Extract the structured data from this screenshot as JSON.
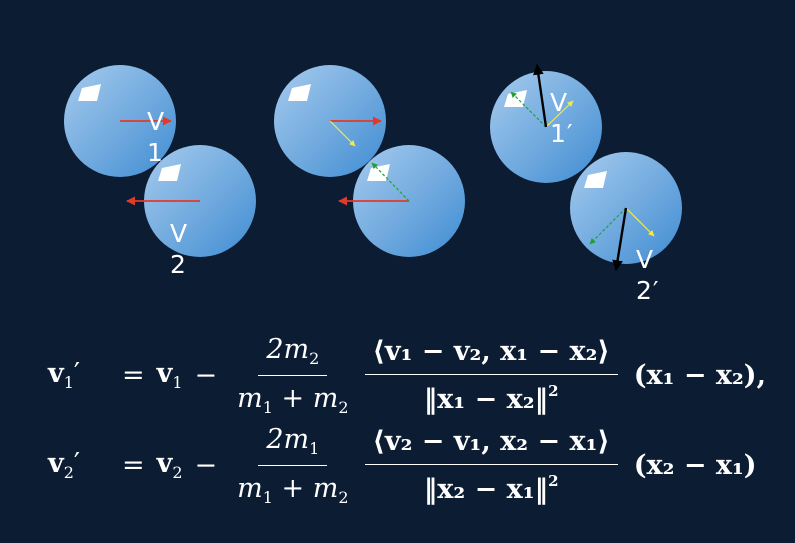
{
  "diagram": {
    "panel1": {
      "v1_label": "V\n1",
      "v2_label": "V\n2"
    },
    "panel3": {
      "v1p_label": "V\n1′",
      "v2p_label": "V\n2′"
    },
    "colors": {
      "background": "#0b1c33",
      "ball_light": "#a7cbee",
      "ball_dark": "#3f8cd3",
      "velocity_arrow": "#e23a2a",
      "tangent_arrow": "#f2e94a",
      "normal_arrow": "#23a12f",
      "result_arrow": "#000000"
    }
  },
  "equations": {
    "eq1": {
      "lhs_v": "v",
      "lhs_sub": "1",
      "lhs_prime": "′",
      "rhs_v": "v",
      "rhs_sub": "1",
      "minus": "−",
      "coef_num": "2m",
      "coef_num_sub": "2",
      "coef_den": "m",
      "coef_den_sub1": "1",
      "coef_den_plus": "+",
      "coef_den_m2": "m",
      "coef_den_sub2": "2",
      "inner_num": "⟨v₁ − v₂, x₁ − x₂⟩",
      "inner_den": "‖x₁ − x₂‖",
      "inner_den_sup": "2",
      "tail": "(x₁ − x₂),"
    },
    "eq2": {
      "lhs_v": "v",
      "lhs_sub": "2",
      "lhs_prime": "′",
      "rhs_v": "v",
      "rhs_sub": "2",
      "minus": "−",
      "coef_num": "2m",
      "coef_num_sub": "1",
      "coef_den": "m",
      "coef_den_sub1": "1",
      "coef_den_plus": "+",
      "coef_den_m2": "m",
      "coef_den_sub2": "2",
      "inner_num": "⟨v₂ − v₁, x₂ − x₁⟩",
      "inner_den": "‖x₂ − x₁‖",
      "inner_den_sup": "2",
      "tail": "(x₂ − x₁)"
    }
  }
}
